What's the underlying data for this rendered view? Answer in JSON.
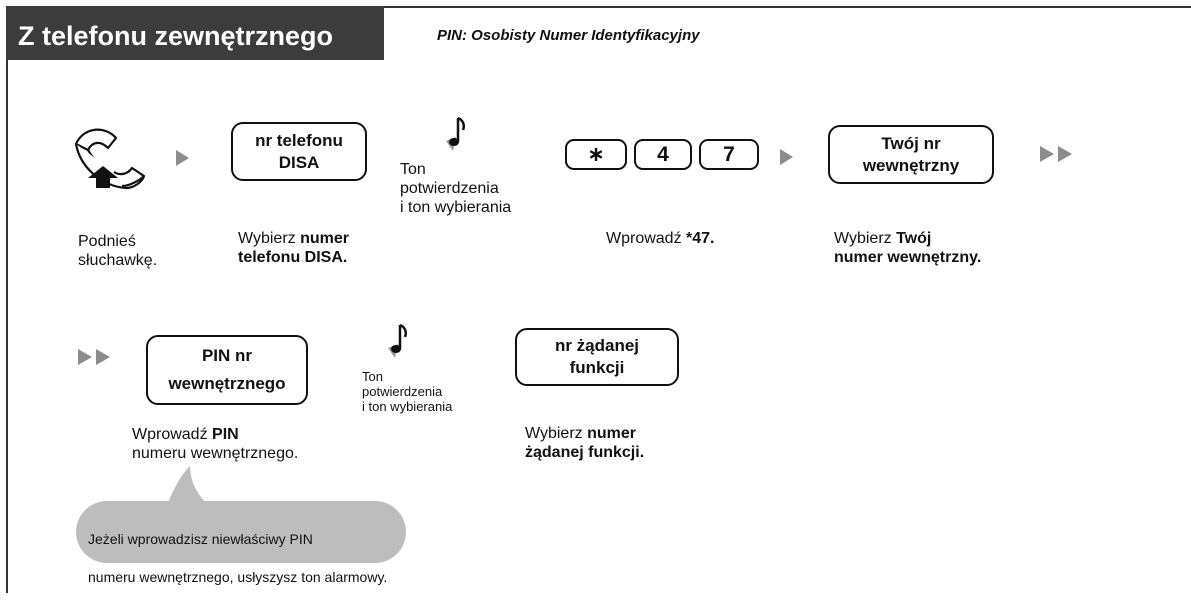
{
  "header": {
    "title": "Z telefonu zewnętrznego",
    "note": "PIN: Osobisty Numer Identyfikacyjny"
  },
  "icons": {
    "handset": "handset-off-hook-icon",
    "tone": "music-note-icon",
    "arrow": "arrow-right-icon",
    "double_arrow": "double-arrow-right-icon"
  },
  "row1": {
    "step1": {
      "caption_line1": "Podnieś",
      "caption_line2": "słuchawkę."
    },
    "step2": {
      "box_line1": "nr telefonu",
      "box_line2": "DISA",
      "caption_plain": "Wybierz ",
      "caption_bold1": "numer",
      "caption_bold2": "telefonu DISA."
    },
    "tone": {
      "line1": "Ton",
      "line2": "potwierdzenia",
      "line3": "i ton  wybierania"
    },
    "step3": {
      "keys": [
        "∗",
        "4",
        "7"
      ],
      "caption_plain": "Wprowadź ",
      "caption_bold": "*47."
    },
    "step4": {
      "box_line1": "Twój nr",
      "box_line2": "wewnętrzny",
      "caption_plain": "Wybierz ",
      "caption_bold1": "Twój",
      "caption_bold2": "numer wewnętrzny."
    }
  },
  "row2": {
    "step5": {
      "box_line1": "PIN nr",
      "box_line2": "wewnętrznego",
      "caption_plain1": "Wprowadź ",
      "caption_bold": "PIN",
      "caption_plain2": "numeru wewnętrznego."
    },
    "tone": {
      "line1": "Ton",
      "line2": "potwierdzenia",
      "line3": "i ton wybierania"
    },
    "step6": {
      "box_line1": "nr żądanej",
      "box_line2": "funkcji",
      "caption_plain": "Wybierz ",
      "caption_bold1": "numer",
      "caption_bold2": "żądanej funkcji."
    }
  },
  "bubble": {
    "line1": "Jeżeli wprowadzisz niewłaściwy PIN",
    "line2": "numeru wewnętrznego, usłyszysz ton alarmowy."
  }
}
